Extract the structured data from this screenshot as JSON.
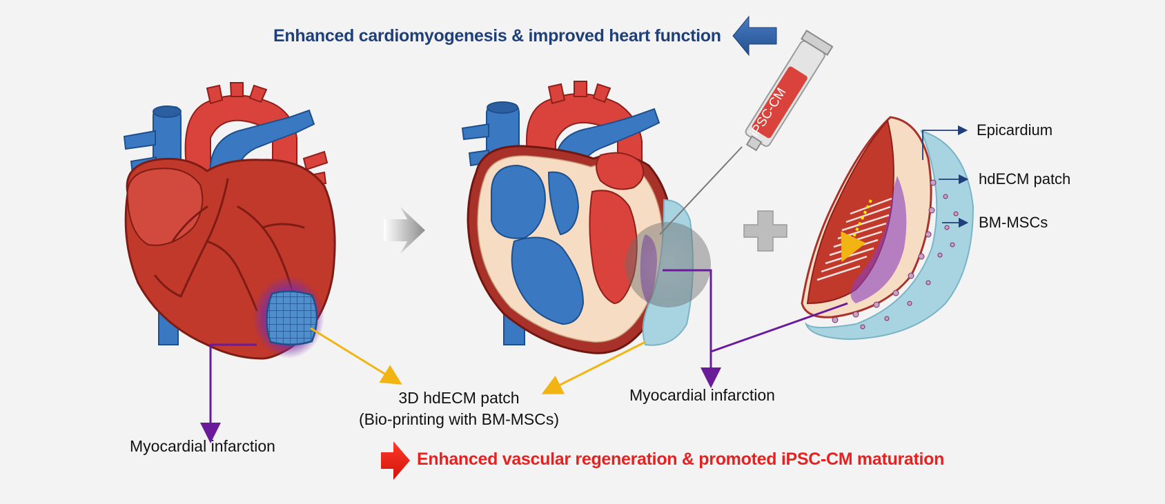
{
  "headline_top": "Enhanced cardiomyogenesis & improved heart function",
  "headline_bottom": "Enhanced vascular regeneration & promoted iPSC-CM maturation",
  "syringe_label": "iPSC-CM",
  "labels": {
    "mi_left": "Myocardial infarction",
    "patch_line1": "3D hdECM patch",
    "patch_line2": "(Bio-printing with  BM-MSCs)",
    "mi_center": "Myocardial infarction",
    "epicardium": "Epicardium",
    "hdecm_patch": "hdECM patch",
    "bm_mscs": "BM-MSCs"
  },
  "colors": {
    "heart_red": "#c0392b",
    "vessel_blue": "#3a78c2",
    "patch_blue": "#a8d3e0",
    "infarct_purple": "#7b2fa6",
    "leader_yellow": "#f2b413",
    "leader_purple": "#6a1b9a",
    "headline_blue": "#1f3f7a",
    "headline_red": "#e8201f"
  },
  "icons": [
    "arrow-left-icon",
    "arrow-right-gray-icon",
    "plus-icon",
    "arrow-right-red-icon",
    "syringe-icon"
  ]
}
